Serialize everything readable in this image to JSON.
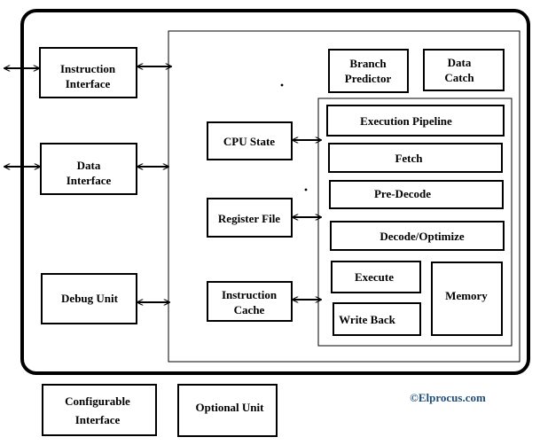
{
  "blocks": {
    "instruction_interface": [
      "Instruction",
      "Interface"
    ],
    "data_interface": [
      "Data",
      "Interface"
    ],
    "debug_unit": [
      "Debug Unit"
    ],
    "cpu_state": [
      "CPU State"
    ],
    "register_file": [
      "Register File"
    ],
    "instruction_cache": [
      "Instruction",
      "Cache"
    ],
    "branch_predictor": [
      "Branch",
      "Predictor"
    ],
    "data_catch": [
      "Data",
      "Catch"
    ],
    "execution_pipeline": [
      "Execution Pipeline"
    ],
    "fetch": [
      "Fetch"
    ],
    "pre_decode": [
      "Pre-Decode"
    ],
    "decode_optimize": [
      "Decode/Optimize"
    ],
    "execute": [
      "Execute"
    ],
    "write_back": [
      "Write Back"
    ],
    "memory": [
      "Memory"
    ],
    "configurable_interface": [
      "Configurable",
      "Interface"
    ],
    "optional_unit": [
      "Optional Unit"
    ]
  },
  "credit": "©Elprocus.com"
}
